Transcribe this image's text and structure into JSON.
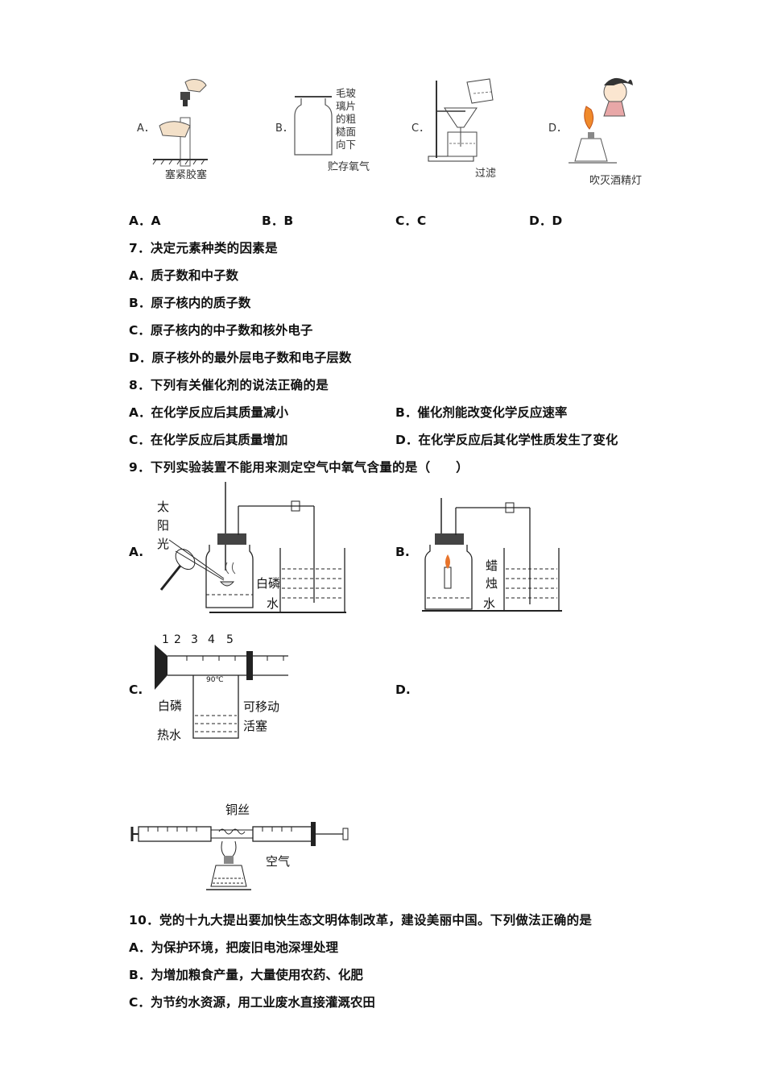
{
  "top_figures": {
    "a": {
      "letter": "A．",
      "caption": "塞紧胶塞"
    },
    "b": {
      "letter": "B．",
      "caption": "贮存氧气",
      "note_lines": [
        "毛玻",
        "璃片",
        "的粗",
        "糙面",
        "向下"
      ]
    },
    "c": {
      "letter": "C．",
      "caption": "过滤"
    },
    "d": {
      "letter": "D．",
      "caption": "吹灭酒精灯"
    }
  },
  "q6_options": [
    "A．A",
    "B．B",
    "C．C",
    "D．D"
  ],
  "q7": {
    "stem": "7．决定元素种类的因素是",
    "options": [
      "A．质子数和中子数",
      "B．原子核内的质子数",
      "C．原子核内的中子数和核外电子",
      "D．原子核外的最外层电子数和电子层数"
    ]
  },
  "q8": {
    "stem": "8．下列有关催化剂的说法正确的是",
    "options": [
      "A．在化学反应后其质量减小",
      "B．催化剂能改变化学反应速率",
      "C．在化学反应后其质量增加",
      "D．在化学反应后其化学性质发生了变化"
    ]
  },
  "q9": {
    "stem": "9．下列实验装置不能用来测定空气中氧气含量的是（　　）",
    "option_letters": [
      "A.",
      "B.",
      "C.",
      "D."
    ],
    "fig_a_labels": {
      "sun": [
        "太",
        "阳",
        "光"
      ],
      "phosphorus": "白磷",
      "water": "水"
    },
    "fig_b_labels": {
      "candle": [
        "蜡",
        "烛"
      ],
      "water": "水"
    },
    "fig_c_labels": {
      "ticks": [
        "1",
        "2",
        "3",
        "4",
        "5"
      ],
      "temp": "90℃",
      "phosphorus": "白磷",
      "piston": [
        "可移动",
        "活塞"
      ],
      "hot_water": "热水"
    },
    "fig_d_labels": {
      "wire": "铜丝",
      "air": "空气"
    }
  },
  "q10": {
    "stem": "10．党的十九大提出要加快生态文明体制改革，建设美丽中国。下列做法正确的是",
    "options": [
      "A．为保护环境，把废旧电池深埋处理",
      "B．为增加粮食产量，大量使用农药、化肥",
      "C．为节约水资源，用工业废水直接灌溉农田"
    ]
  }
}
